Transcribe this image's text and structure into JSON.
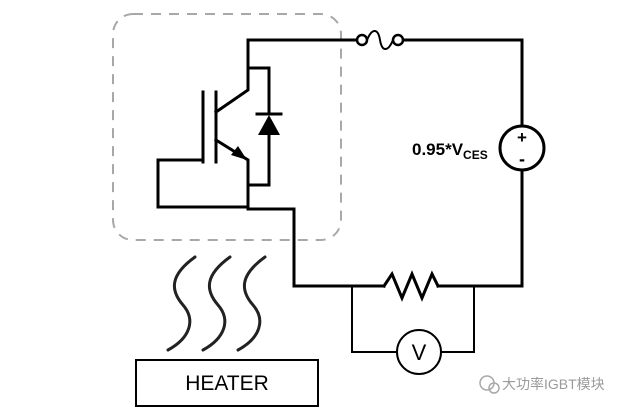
{
  "source": {
    "label": "0.95*V",
    "label_subscript": "CES",
    "plus": "+",
    "minus": "-"
  },
  "voltmeter": {
    "label": "V"
  },
  "heater": {
    "label": "HEATER"
  },
  "watermark": {
    "text": "大功率IGBT模块"
  }
}
